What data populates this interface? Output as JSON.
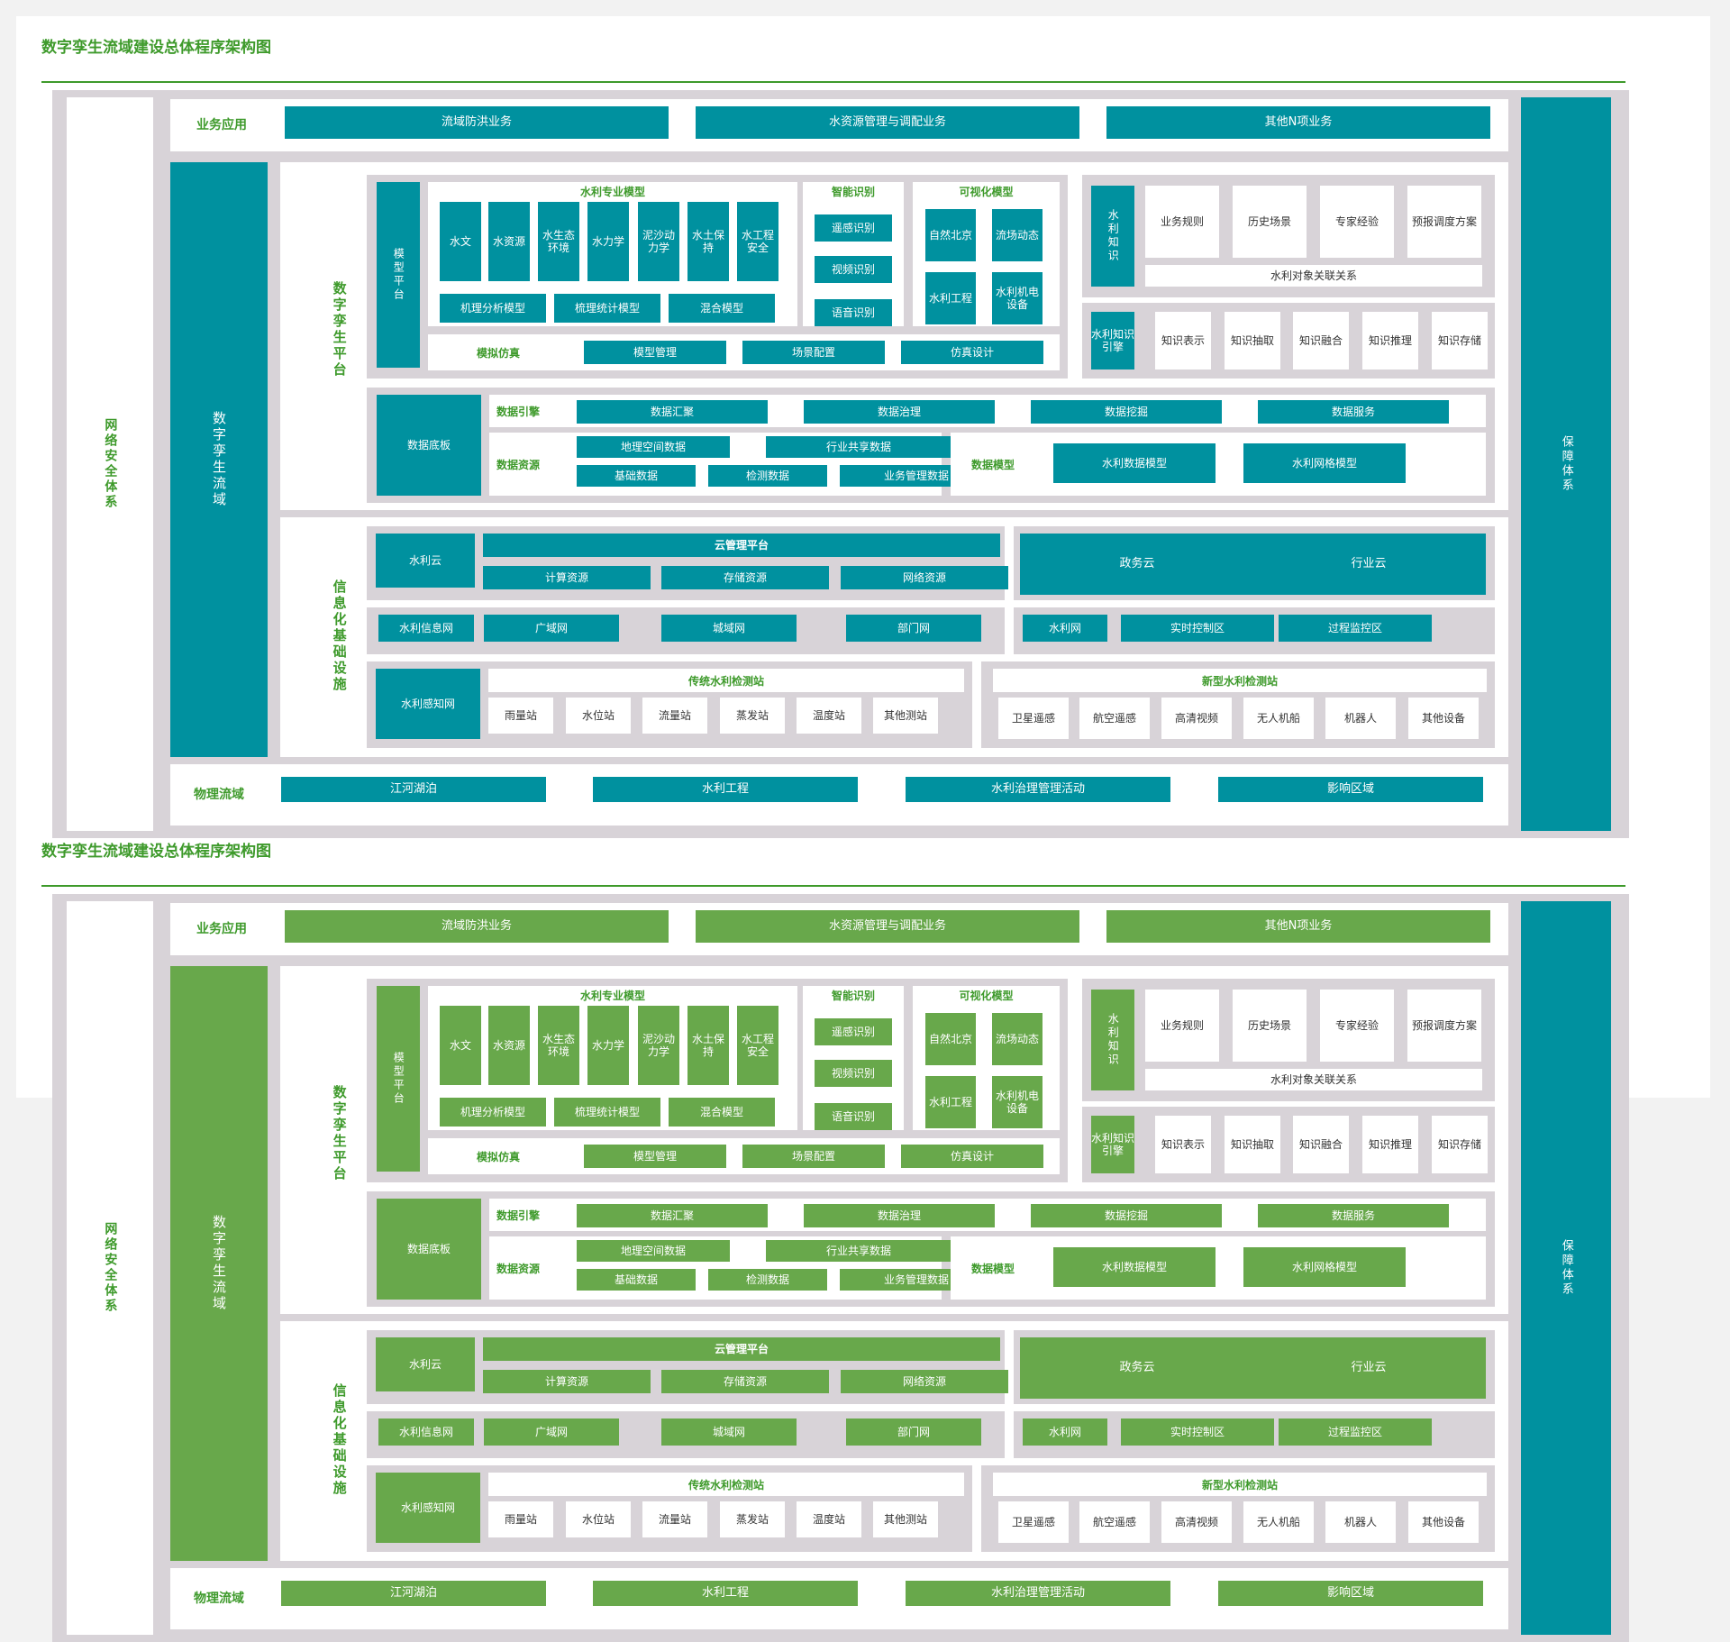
{
  "colors": {
    "teal": "#00919f",
    "green": "#68a84b",
    "frame": "#d8d3d8",
    "title_green": "#3e9a2b"
  },
  "title": "数字孪生流域建设总体程序架构图",
  "left_side": "网络安全体系",
  "right_side": "保障体系",
  "core": "数字孪生流域",
  "business": {
    "label": "业务应用",
    "items": [
      "流域防洪业务",
      "水资源管理与调配业务",
      "其他N项业务"
    ]
  },
  "platform": {
    "label": "数字孪生平台",
    "model_platform": "模型平台",
    "professional": {
      "title": "水利专业模型",
      "items": [
        "水文",
        "水资源",
        "水生态环境",
        "水力学",
        "泥沙动力学",
        "水土保持",
        "水工程安全"
      ],
      "sub": [
        "机理分析模型",
        "梳理统计模型",
        "混合模型"
      ]
    },
    "simulation": {
      "label": "模拟仿真",
      "items": [
        "模型管理",
        "场景配置",
        "仿真设计"
      ]
    },
    "smart": {
      "title": "智能识别",
      "items": [
        "遥感识别",
        "视频识别",
        "语音识别"
      ]
    },
    "visual": {
      "title": "可视化模型",
      "items": [
        "自然北京",
        "流场动态",
        "水利工程",
        "水利机电设备"
      ]
    },
    "knowledge": {
      "label": "水利知识",
      "items": [
        "业务规则",
        "历史场景",
        "专家经验",
        "预报调度方案"
      ],
      "relation": "水利对象关联关系"
    },
    "engine": {
      "label": "水利知识引擎",
      "items": [
        "知识表示",
        "知识抽取",
        "知识融合",
        "知识推理",
        "知识存储"
      ]
    },
    "data": {
      "base": "数据底板",
      "engine_label": "数据引擎",
      "engine_items": [
        "数据汇聚",
        "数据治理",
        "数据挖掘",
        "数据服务"
      ],
      "res_label": "数据资源",
      "res_items": [
        "地理空间数据",
        "行业共享数据",
        "基础数据",
        "检测数据",
        "业务管理数据"
      ],
      "model_label": "数据模型",
      "model_items": [
        "水利数据模型",
        "水利网格模型"
      ]
    }
  },
  "infra": {
    "label": "信息化基础设施",
    "cloud": {
      "name": "水利云",
      "platform": "云管理平台",
      "items": [
        "计算资源",
        "存储资源",
        "网络资源"
      ],
      "others": [
        "政务云",
        "行业云"
      ]
    },
    "net": {
      "name": "水利信息网",
      "items": [
        "广域网",
        "城域网",
        "部门网"
      ],
      "right": [
        "水利网",
        "实时控制区",
        "过程监控区"
      ]
    },
    "sense": {
      "name": "水利感知网",
      "trad_title": "传统水利检测站",
      "trad": [
        "雨量站",
        "水位站",
        "流量站",
        "蒸发站",
        "温度站",
        "其他测站"
      ],
      "new_title": "新型水利检测站",
      "new": [
        "卫星遥感",
        "航空遥感",
        "高清视频",
        "无人机船",
        "机器人",
        "其他设备"
      ]
    }
  },
  "physical": {
    "label": "物理流域",
    "items": [
      "江河湖泊",
      "水利工程",
      "水利治理管理活动",
      "影响区域"
    ]
  }
}
